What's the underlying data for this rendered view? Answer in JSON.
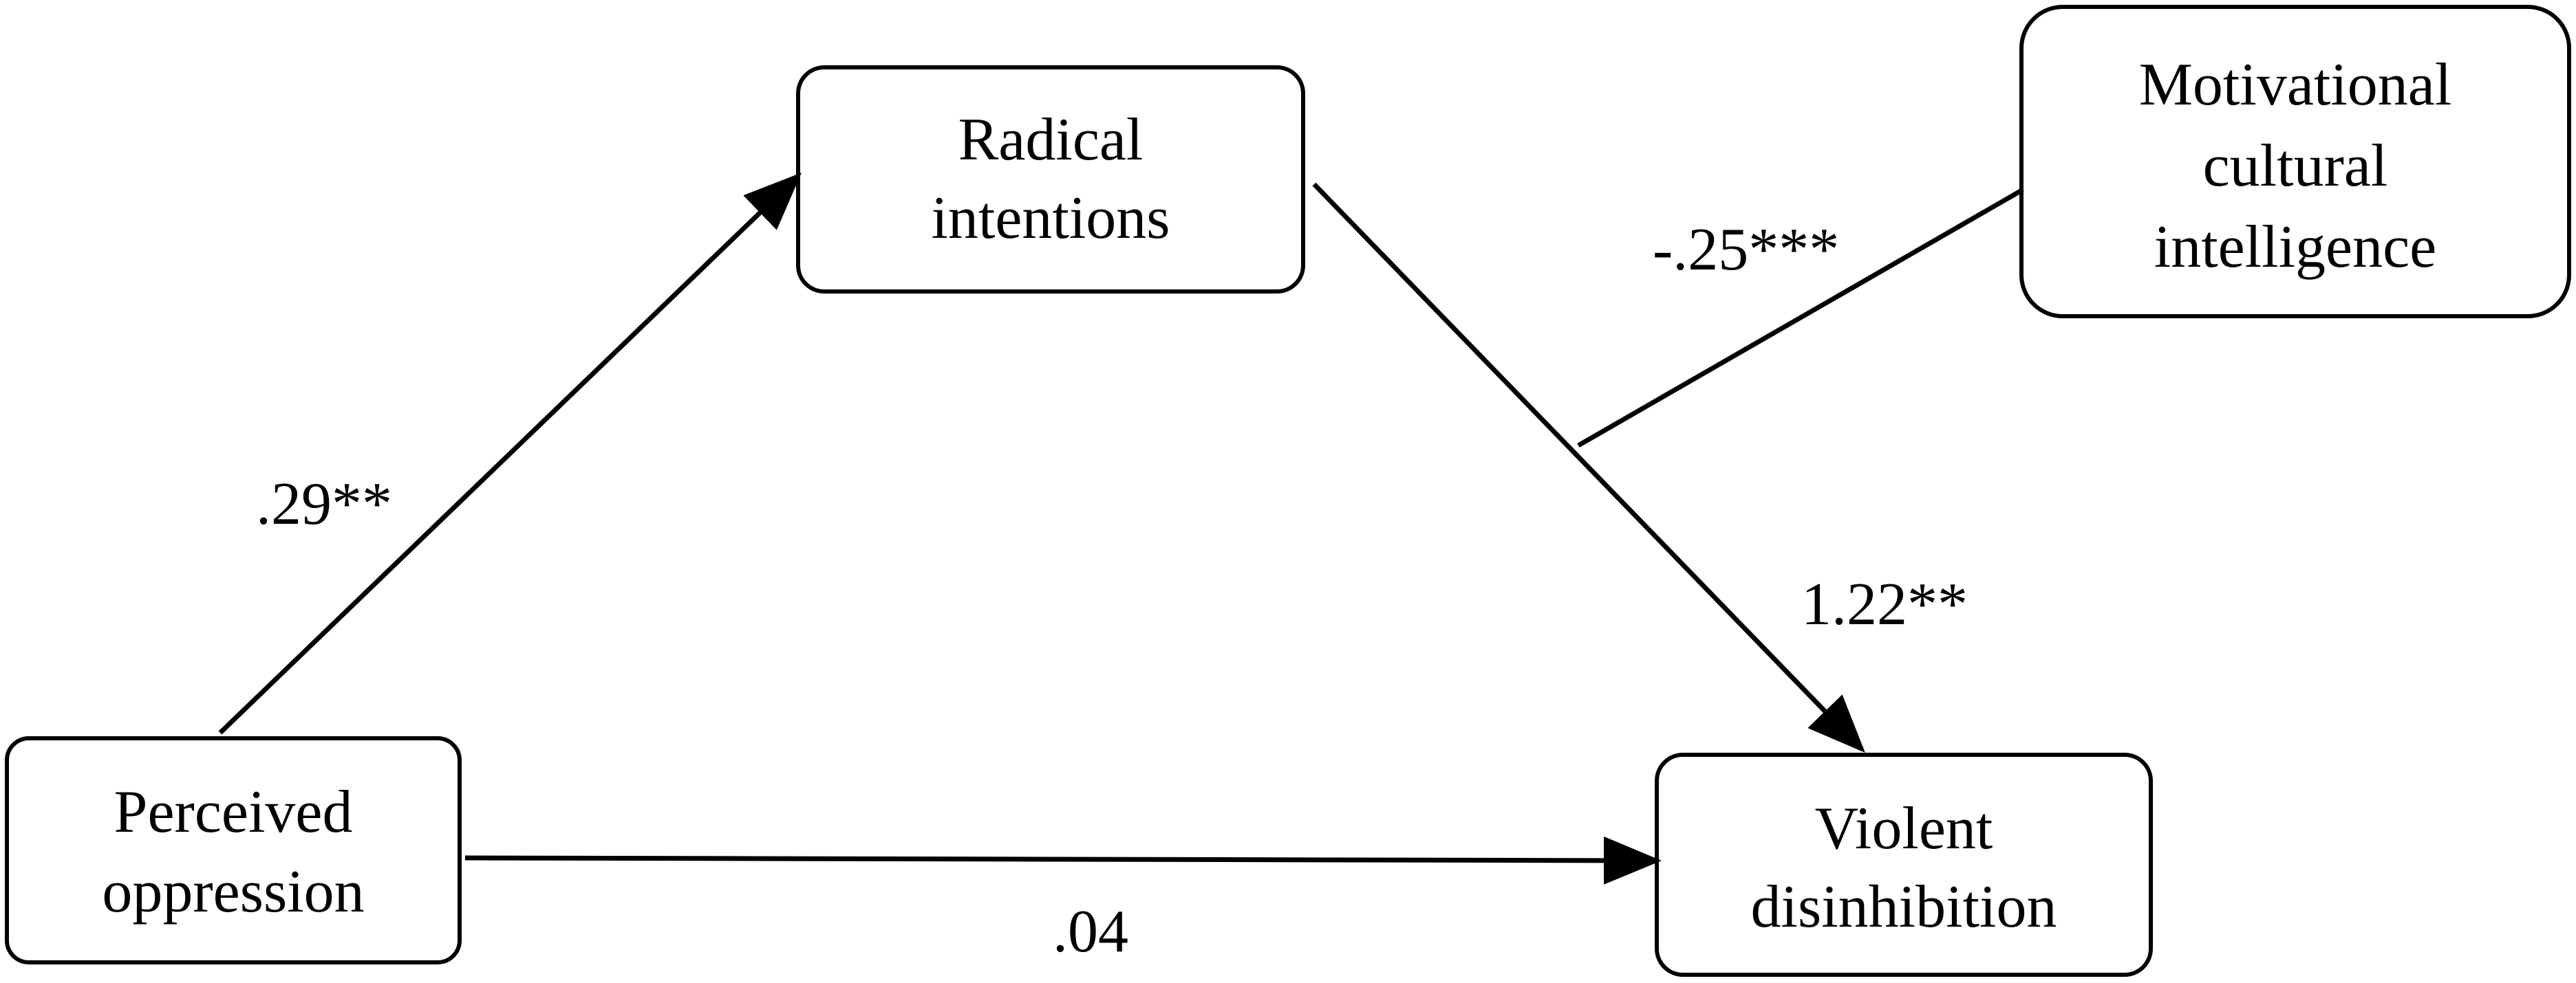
{
  "nodes": {
    "radical": {
      "line1": "Radical",
      "line2": "intentions"
    },
    "motivational": {
      "line1": "Motivational",
      "line2": "cultural",
      "line3": "intelligence"
    },
    "perceived": {
      "line1": "Perceived",
      "line2": "oppression"
    },
    "violent": {
      "line1": "Violent",
      "line2": "disinhibition"
    }
  },
  "coefficients": {
    "a_path": ".29**",
    "b_path": "1.22**",
    "c_path": ".04",
    "moderation": "-.25***"
  }
}
